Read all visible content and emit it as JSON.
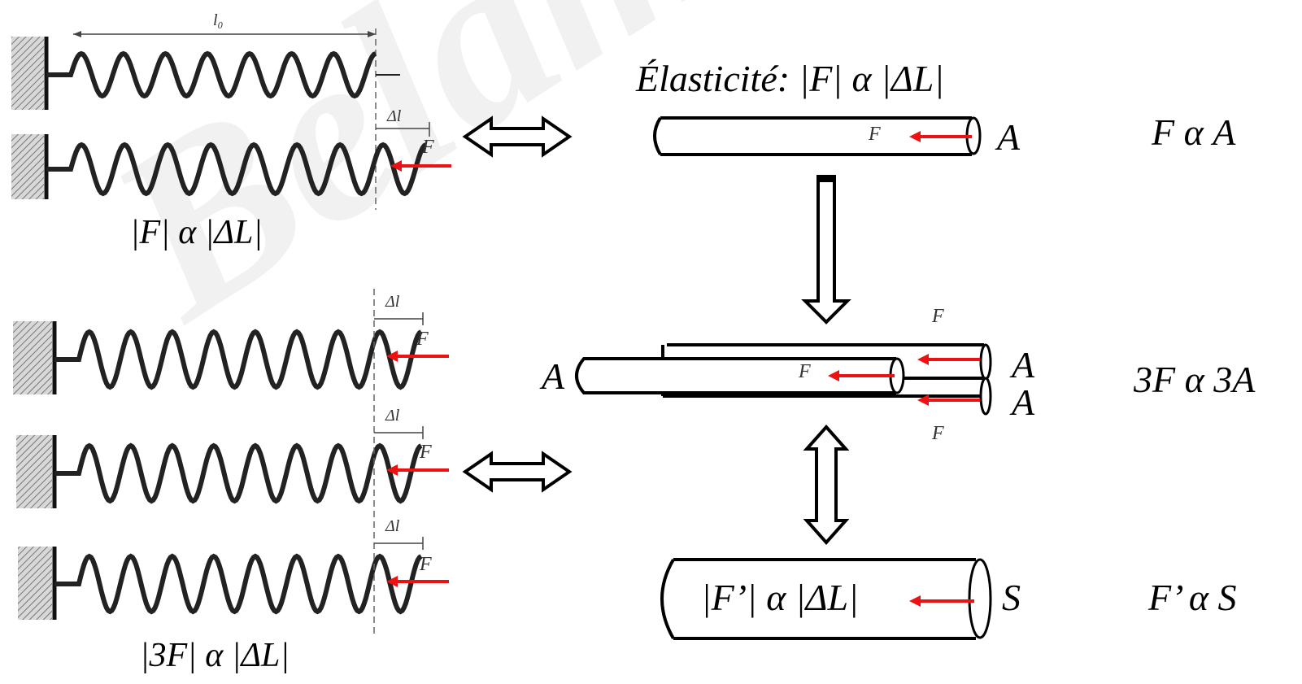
{
  "title": "Élasticité: |F| α |ΔL|",
  "springs_top": {
    "length_label": "l₀",
    "delta_label": "Δl",
    "force_label": "F",
    "relation": "|F| α |ΔL|"
  },
  "springs_bottom": {
    "delta_label": "Δl",
    "force_label": "F",
    "relation": "|3F| α |ΔL|"
  },
  "single_bar": {
    "force_label": "F",
    "area_label": "A",
    "relation": "F α A"
  },
  "triple_bar": {
    "force_label_top": "F",
    "force_label_mid": "F",
    "force_label_bottom": "F",
    "area_label_left": "A",
    "area_label_top": "A",
    "area_label_bottom": "A",
    "relation": "3F α 3A"
  },
  "big_bar": {
    "inner_relation": "|F’| α |ΔL|",
    "area_label": "S",
    "relation": "F’ α S"
  },
  "watermark": "Belamri D",
  "colors": {
    "force_arrow": "#ee1111",
    "ink": "#000000",
    "spring": "#222222"
  }
}
